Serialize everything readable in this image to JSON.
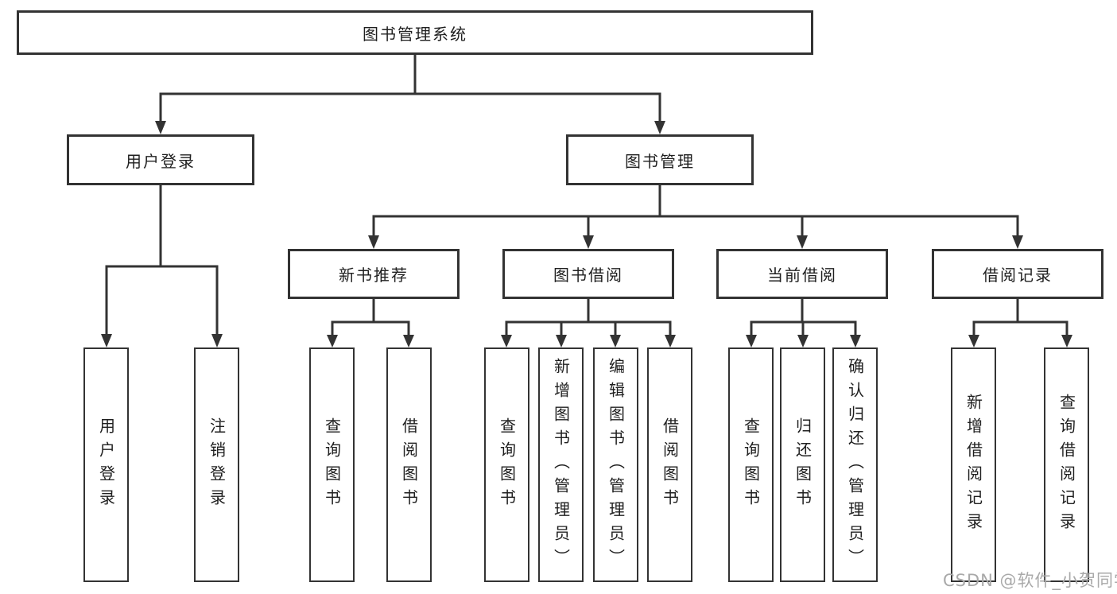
{
  "diagram": {
    "root": {
      "label": "图书管理系统",
      "children": [
        {
          "label": "用户登录",
          "children": [
            {
              "label": "用户登录"
            },
            {
              "label": "注销登录"
            }
          ]
        },
        {
          "label": "图书管理",
          "children": [
            {
              "label": "新书推荐",
              "children": [
                {
                  "label": "查询图书"
                },
                {
                  "label": "借阅图书"
                }
              ]
            },
            {
              "label": "图书借阅",
              "children": [
                {
                  "label": "查询图书"
                },
                {
                  "label": "新增图书（管理员）"
                },
                {
                  "label": "编辑图书（管理员）"
                },
                {
                  "label": "借阅图书"
                }
              ]
            },
            {
              "label": "当前借阅",
              "children": [
                {
                  "label": "查询图书"
                },
                {
                  "label": "归还图书"
                },
                {
                  "label": "确认归还（管理员）"
                }
              ]
            },
            {
              "label": "借阅记录",
              "children": [
                {
                  "label": "新增借阅记录"
                },
                {
                  "label": "查询借阅记录"
                }
              ]
            }
          ]
        }
      ]
    }
  },
  "watermark": {
    "text": "CSDN @软件_小贺同学"
  },
  "colors": {
    "line": "#333333",
    "text": "#1f1f1f",
    "background": "#ffffff",
    "watermark": "#a9a9a9"
  }
}
